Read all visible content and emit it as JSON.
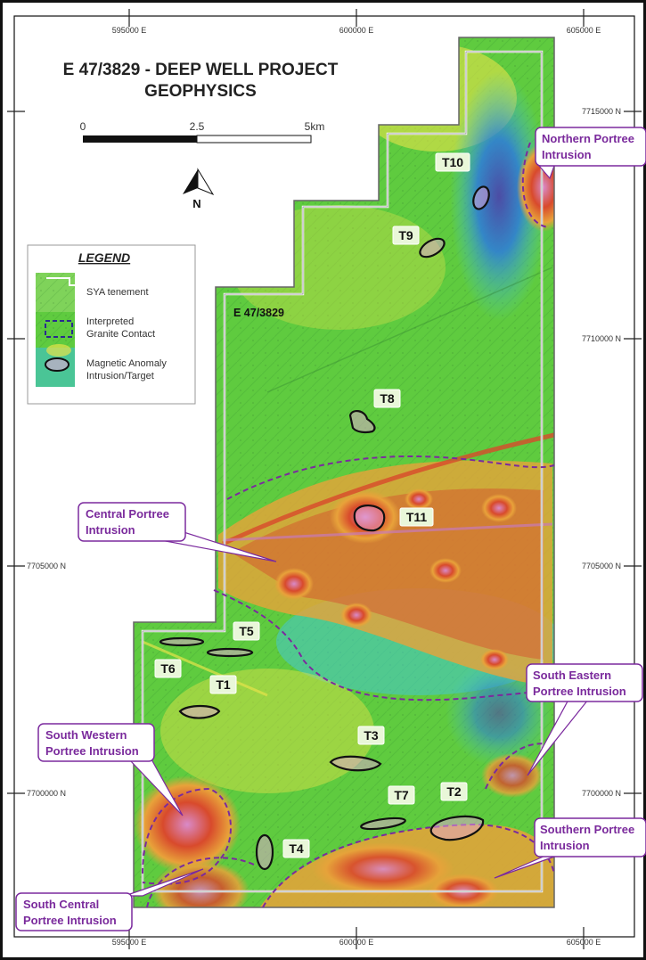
{
  "title": {
    "line1": "E 47/3829 - DEEP WELL PROJECT",
    "line2": "GEOPHYSICS"
  },
  "scale_bar": {
    "labels": [
      "0",
      "2.5",
      "5km"
    ]
  },
  "north_arrow": {
    "label": "N",
    "icon": "north-arrow-icon"
  },
  "grid": {
    "eastings_top": [
      "595000 E",
      "600000 E",
      "605000 E"
    ],
    "eastings_bottom": [
      "595000 E",
      "600000 E",
      "605000 E"
    ],
    "northings_left": [
      "7705000 N",
      "7700000 N"
    ],
    "northings_right": [
      "7715000 N",
      "7710000 N",
      "7705000 N",
      "7700000 N"
    ]
  },
  "legend": {
    "title": "LEGEND",
    "items": [
      {
        "label_lines": [
          "SYA tenement"
        ],
        "swatch": "tenement"
      },
      {
        "label_lines": [
          "Interpreted",
          "Granite Contact"
        ],
        "swatch": "granite-contact"
      },
      {
        "label_lines": [
          "Magnetic Anomaly",
          "Intrusion/Target"
        ],
        "swatch": "anomaly"
      }
    ]
  },
  "tenement_label": "E 47/3829",
  "targets": [
    "T1",
    "T2",
    "T3",
    "T4",
    "T5",
    "T6",
    "T7",
    "T8",
    "T9",
    "T10",
    "T11"
  ],
  "intrusions": [
    {
      "id": "northern",
      "lines": [
        "Northern Portree",
        "Intrusion"
      ]
    },
    {
      "id": "central",
      "lines": [
        "Central Portree",
        "Intrusion"
      ]
    },
    {
      "id": "south-eastern",
      "lines": [
        "South Eastern",
        "Portree Intrusion"
      ]
    },
    {
      "id": "south-western",
      "lines": [
        "South Western",
        "Portree Intrusion"
      ]
    },
    {
      "id": "southern",
      "lines": [
        "Southern Portree",
        "Intrusion"
      ]
    },
    {
      "id": "south-central",
      "lines": [
        "South Central",
        "Portree Intrusion"
      ]
    }
  ],
  "colors": {
    "map_green": "#5fcb3f",
    "map_yellow": "#e6e24a",
    "map_red": "#d84a2c",
    "map_magenta": "#c879b9",
    "map_blue": "#2f7fd6",
    "intrusion_label": "#7a2a9c",
    "contact_line": "#7b2a9e",
    "target_outline": "#111111",
    "label_box": "#e9f7d9"
  }
}
